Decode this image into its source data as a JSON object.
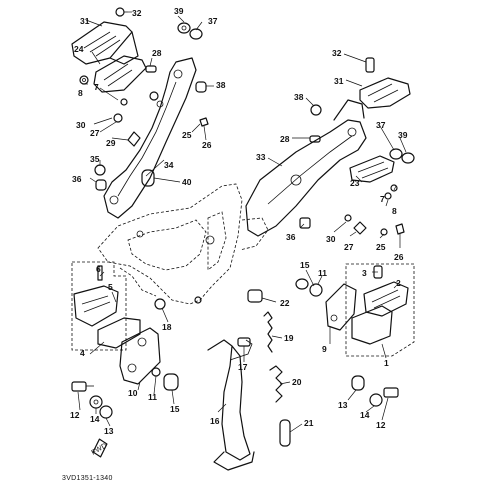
{
  "diagram": {
    "code": "3VD1351-1340",
    "front_mark": "FWD",
    "callouts": [
      "31",
      "32",
      "39",
      "37",
      "24",
      "28",
      "38",
      "8",
      "7",
      "30",
      "27",
      "29",
      "25",
      "26",
      "35",
      "36",
      "34",
      "40",
      "32",
      "31",
      "38",
      "37",
      "39",
      "28",
      "33",
      "23",
      "36",
      "30",
      "27",
      "25",
      "26",
      "8",
      "7",
      "15",
      "11",
      "22",
      "6",
      "5",
      "4",
      "10",
      "11",
      "15",
      "12",
      "14",
      "13",
      "18",
      "17",
      "19",
      "20",
      "16",
      "21",
      "3",
      "2",
      "9",
      "1",
      "13",
      "14",
      "12"
    ]
  }
}
